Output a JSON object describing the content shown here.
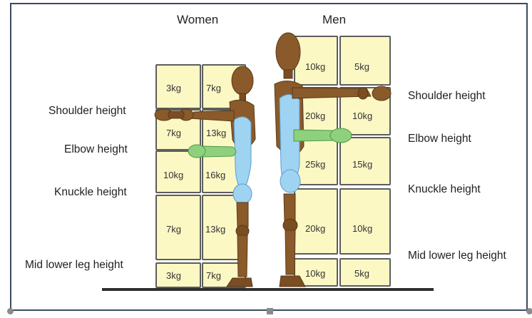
{
  "headings": {
    "women": "Women",
    "men": "Men"
  },
  "women_labels": {
    "shoulder": "Shoulder height",
    "elbow": "Elbow height",
    "knuckle": "Knuckle height",
    "mid_lower_leg": "Mid lower leg height"
  },
  "men_labels": {
    "shoulder": "Shoulder height",
    "elbow": "Elbow height",
    "knuckle": "Knuckle height",
    "mid_lower_leg": "Mid lower leg height"
  },
  "women_weights": {
    "above_shoulder": [
      "3kg",
      "7kg"
    ],
    "shoulder_to_elbow": [
      "7kg",
      "13kg"
    ],
    "elbow_to_knuckle": [
      "10kg",
      "16kg"
    ],
    "knuckle_to_leg": [
      "7kg",
      "13kg"
    ],
    "below_leg": [
      "3kg",
      "7kg"
    ]
  },
  "men_weights": {
    "above_shoulder": [
      "10kg",
      "5kg"
    ],
    "shoulder_to_elbow": [
      "20kg",
      "10kg"
    ],
    "elbow_to_knuckle": [
      "25kg",
      "15kg"
    ],
    "knuckle_to_leg": [
      "20kg",
      "10kg"
    ],
    "below_leg": [
      "10kg",
      "5kg"
    ]
  },
  "colors": {
    "box_fill": "#fcf8c4",
    "figure_wood": "#8a5a2b",
    "zone_blue": "#9fd3f2",
    "zone_green": "#8ed07d"
  }
}
